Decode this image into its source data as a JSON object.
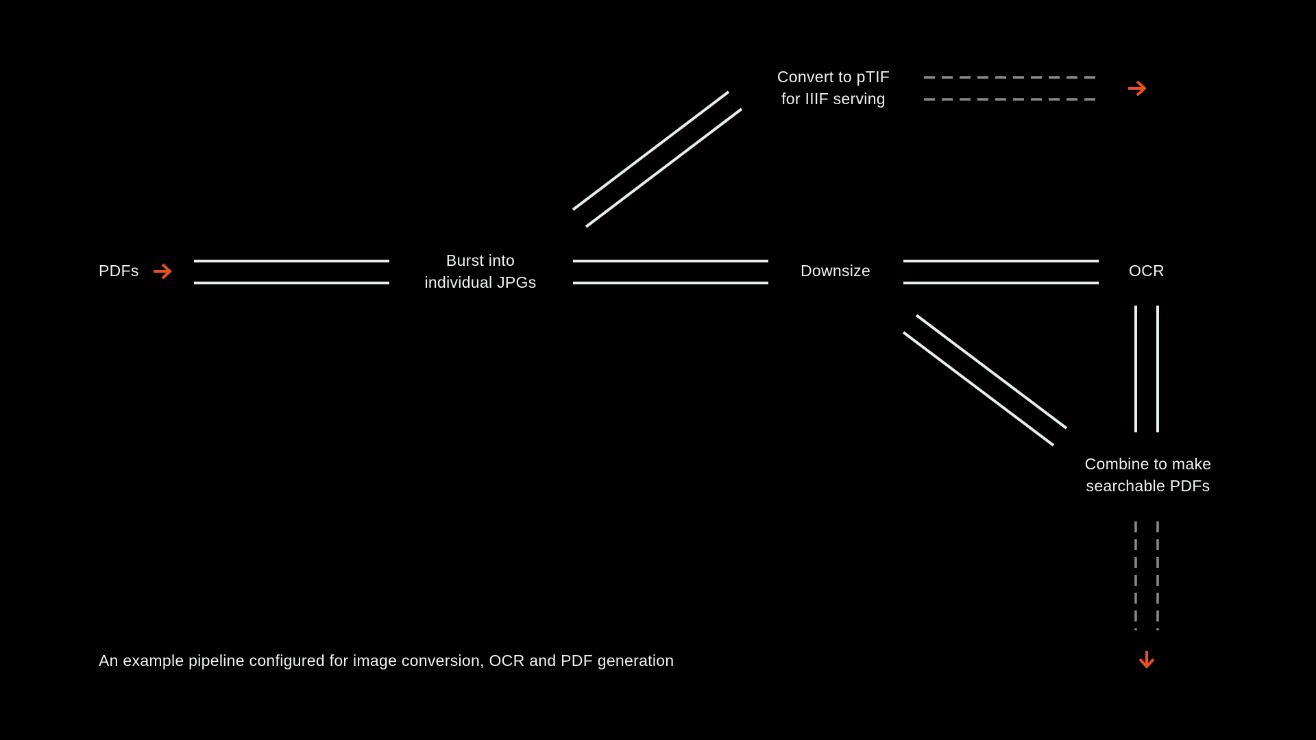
{
  "diagram": {
    "nodes": {
      "pdfs": {
        "label": "PDFs"
      },
      "burst": {
        "line1": "Burst into",
        "line2": "individual JPGs"
      },
      "convert": {
        "line1": "Convert to pTIF",
        "line2": "for IIIF serving"
      },
      "downsize": {
        "label": "Downsize"
      },
      "ocr": {
        "label": "OCR"
      },
      "combine": {
        "line1": "Combine to make",
        "line2": "searchable PDFs"
      }
    },
    "caption": "An example pipeline configured for image conversion, OCR and PDF generation"
  },
  "colors": {
    "background": "#000000",
    "connector": "#e4f1ee",
    "dashed_connector": "#8a8a8a",
    "arrow_accent": "#e8501e",
    "text": "#eef3f1"
  }
}
